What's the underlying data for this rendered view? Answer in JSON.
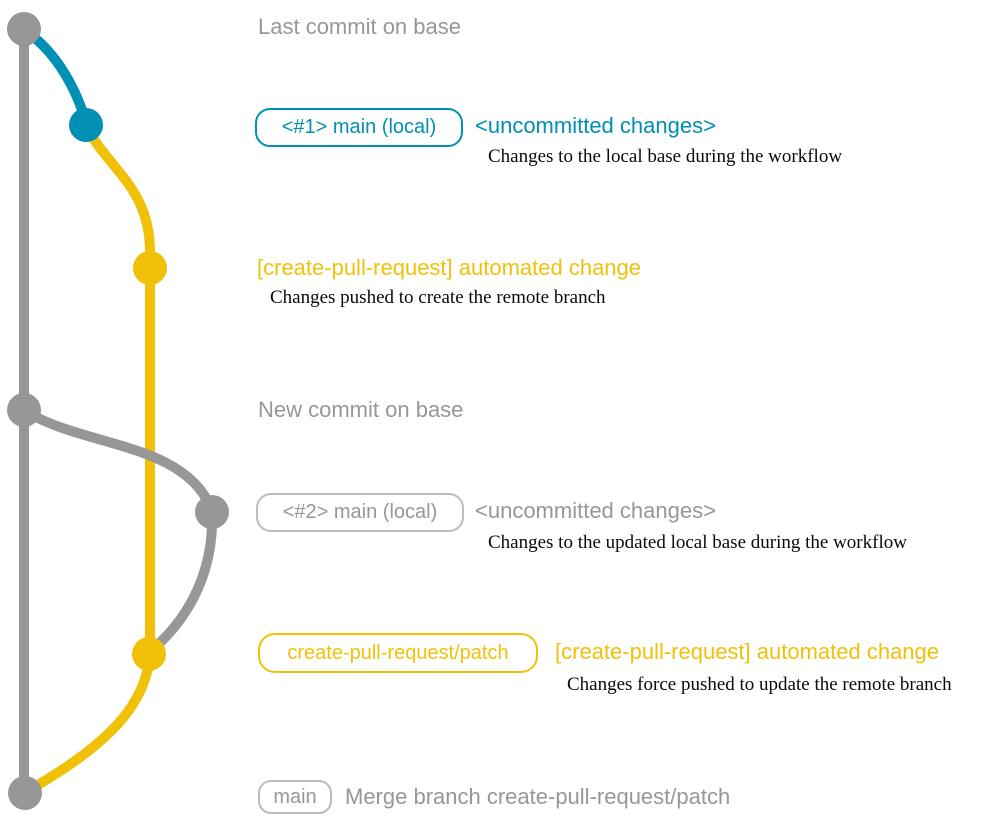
{
  "colors": {
    "base_gray": "#979797",
    "main_local_blue": "#008fb5",
    "patch_yellow": "#f1c109",
    "note_black": "#0a0a0a"
  },
  "graph": {
    "branches": [
      {
        "name": "base",
        "color": "#979797"
      },
      {
        "name": "main (local)",
        "color": "#008fb5"
      },
      {
        "name": "create-pull-request/patch",
        "color": "#f1c109"
      }
    ],
    "commits": [
      {
        "branch": "base",
        "message": "Last commit on base"
      },
      {
        "branch": "main (local)",
        "message": "<uncommitted changes>"
      },
      {
        "branch": "create-pull-request/patch",
        "message": "[create-pull-request] automated change"
      },
      {
        "branch": "base",
        "message": "New commit on base"
      },
      {
        "branch": "main (local)",
        "message": "<uncommitted changes>"
      },
      {
        "branch": "create-pull-request/patch",
        "message": "[create-pull-request] automated change"
      },
      {
        "branch": "base",
        "message": "Merge branch create-pull-request/patch"
      }
    ]
  },
  "rows": {
    "last_commit": {
      "label": "Last commit on base"
    },
    "main1": {
      "badge": "<#1> main (local)",
      "heading": "<uncommitted changes>",
      "note": "Changes to the local base during the workflow"
    },
    "cpr1": {
      "heading": "[create-pull-request] automated change",
      "note": "Changes pushed to create the remote branch"
    },
    "new_commit": {
      "label": "New commit on base"
    },
    "main2": {
      "badge": "<#2> main (local)",
      "heading": "<uncommitted changes>",
      "note": "Changes to the updated local base during the workflow"
    },
    "patch": {
      "badge": "create-pull-request/patch",
      "heading": "[create-pull-request] automated change",
      "note": "Changes force pushed to update the remote branch"
    },
    "merge": {
      "badge": "main",
      "label": "Merge branch create-pull-request/patch"
    }
  }
}
